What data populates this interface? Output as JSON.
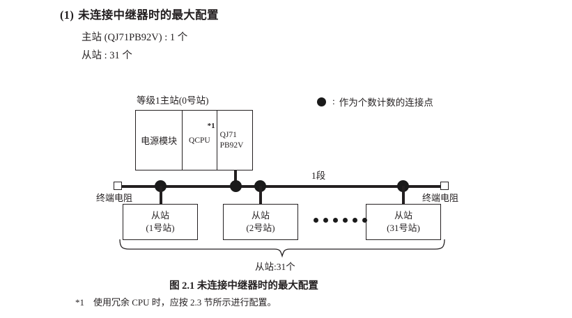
{
  "heading": {
    "number": "(1)",
    "title": "未连接中继器时的最大配置",
    "line1": "主站 (QJ71PB92V) : 1 个",
    "line2": "从站 : 31 个"
  },
  "legend": {
    "symbol": "●",
    "colon": ":",
    "text": "作为个数计数的连接点"
  },
  "diagram": {
    "master_label": "等级1主站(0号站)",
    "master_module": {
      "power_supply": "电源模块",
      "cpu": "QCPU",
      "cpu_footnote_marker": "*1",
      "network_line1": "QJ71",
      "network_line2": "PB92V"
    },
    "segment_label": "1段",
    "terminator_left": "终端电阻",
    "terminator_right": "终端电阻",
    "slaves": [
      {
        "name": "从站",
        "station": "(1号站)"
      },
      {
        "name": "从站",
        "station": "(2号站)"
      },
      {
        "name": "从站",
        "station": "(31号站)"
      }
    ],
    "ellipsis_count": 6,
    "brace_label": "从站:31个"
  },
  "caption": "图 2.1  未连接中继器时的最大配置",
  "footnote": {
    "marker": "*1",
    "text": "使用冗余 CPU 时，应按 2.3 节所示进行配置。"
  },
  "colors": {
    "ink": "#231f20",
    "node": "#1a1a1a",
    "background": "#ffffff"
  }
}
